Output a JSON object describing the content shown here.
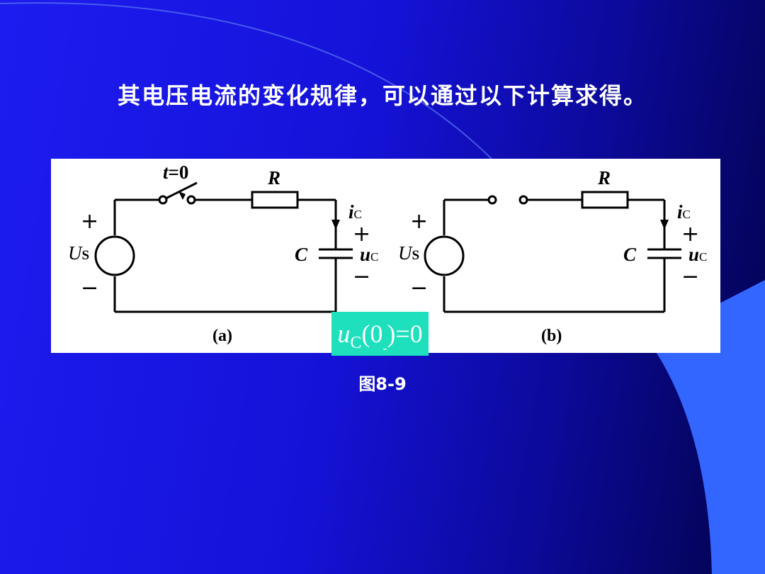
{
  "slide": {
    "title": "其电压电流的变化规律，可以通过以下计算求得。",
    "caption": "图8-9"
  },
  "circuit_a": {
    "label": "(a)",
    "switch_t": "t",
    "switch_eq": "=0",
    "R": "R",
    "C": "C",
    "Us_main": "U",
    "Us_sub": "S",
    "ic_main": "i",
    "ic_sub": "C",
    "uc_main": "u",
    "uc_sub": "C",
    "plus": "+",
    "minus": "−"
  },
  "circuit_b": {
    "label": "(b)",
    "R": "R",
    "C": "C",
    "Us_main": "U",
    "Us_sub": "S",
    "ic_main": "i",
    "ic_sub": "C",
    "uc_main": "u",
    "uc_sub": "C",
    "plus": "+",
    "minus": "−"
  },
  "initial_condition": {
    "u": "u",
    "u_sub": "C",
    "open_paren": "(0",
    "minus_sub": "-",
    "close": ")=0"
  },
  "colors": {
    "background": "#1512d8",
    "highlight_box": "#1ee0bd",
    "decor_arc": "#3366ff"
  }
}
